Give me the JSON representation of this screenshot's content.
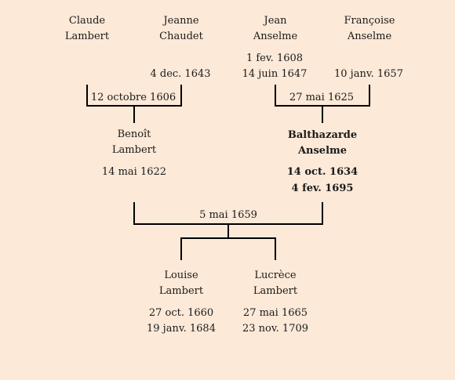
{
  "grandparents": {
    "claude_lambert": {
      "first": "Claude",
      "last": "Lambert"
    },
    "jeanne_chaudet": {
      "first": "Jeanne",
      "last": "Chaudet",
      "death": "4 dec. 1643"
    },
    "jean_anselme": {
      "first": "Jean",
      "last": "Anselme",
      "birth": "1 fev. 1608",
      "death": "14 juin 1647"
    },
    "francoise_anselme": {
      "first": "Françoise",
      "last": "Anselme",
      "death": "10 janv. 1657"
    }
  },
  "marriages": {
    "lambert_chaudet": "12 octobre 1606",
    "anselme_anselme": "27 mai 1625",
    "lambert_anselme": "5 mai 1659"
  },
  "parents": {
    "benoit_lambert": {
      "first": "Benoît",
      "last": "Lambert",
      "birth": "14 mai 1622"
    },
    "balthazarde_anselme": {
      "first": "Balthazarde",
      "last": "Anselme",
      "birth": "14 oct. 1634",
      "death": "4 fev. 1695"
    }
  },
  "children": {
    "louise_lambert": {
      "first": "Louise",
      "last": "Lambert",
      "birth": "27 oct. 1660",
      "death": "19 janv. 1684"
    },
    "lucrece_lambert": {
      "first": "Lucrèce",
      "last": "Lambert",
      "birth": "27 mai 1665",
      "death": "23 nov. 1709"
    }
  },
  "colors": {
    "background": "#fce9d8",
    "line": "#000000",
    "text": "#1a1a1a"
  }
}
